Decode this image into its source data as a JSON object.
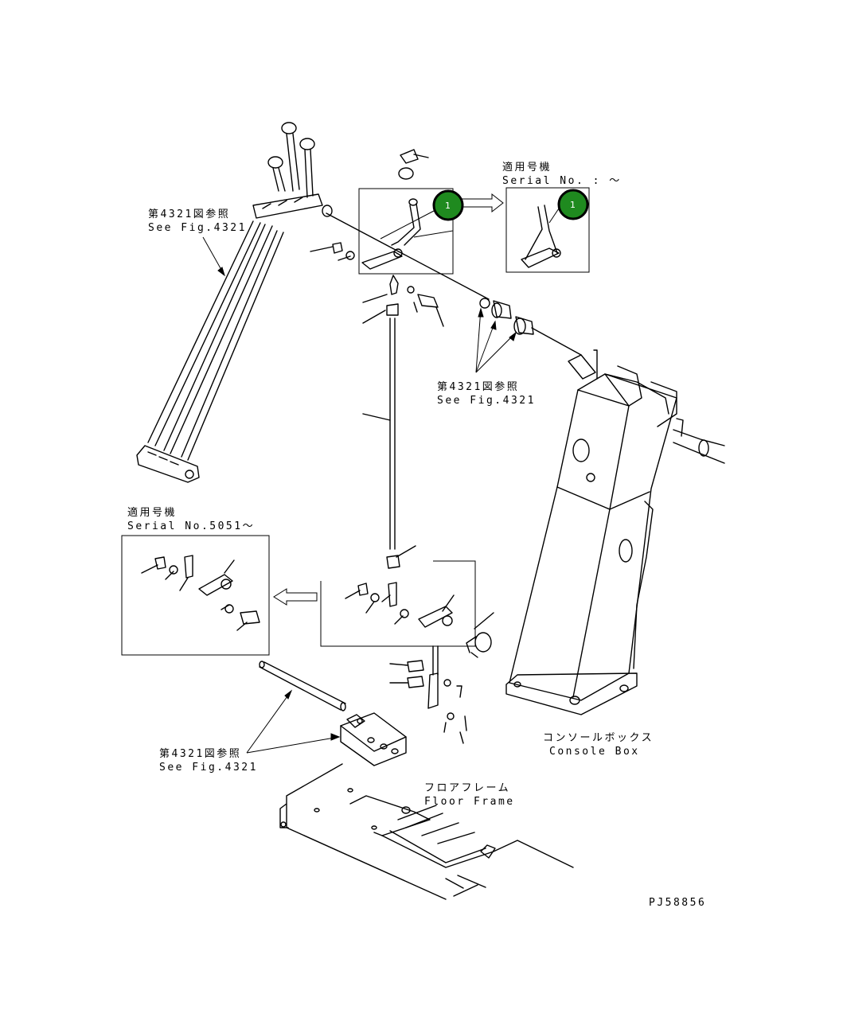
{
  "labels": {
    "see_fig_jp": "第4321図参照",
    "see_fig_en": "See Fig.4321",
    "applicable_jp": "適用号機",
    "serial_top": "Serial No.  :  ～",
    "serial_left": "Serial No.5051～",
    "console_jp": "コンソールボックス",
    "console_en": "Console Box",
    "floor_jp": "フロアフレーム",
    "floor_en": "Floor Frame",
    "drawing_no": "PJ58856"
  },
  "callouts": {
    "item_1": "1",
    "item_1_alt": "1"
  },
  "colors": {
    "callout_fill": "#1f8a1f",
    "callout_ring": "#000000",
    "line": "#000000"
  }
}
